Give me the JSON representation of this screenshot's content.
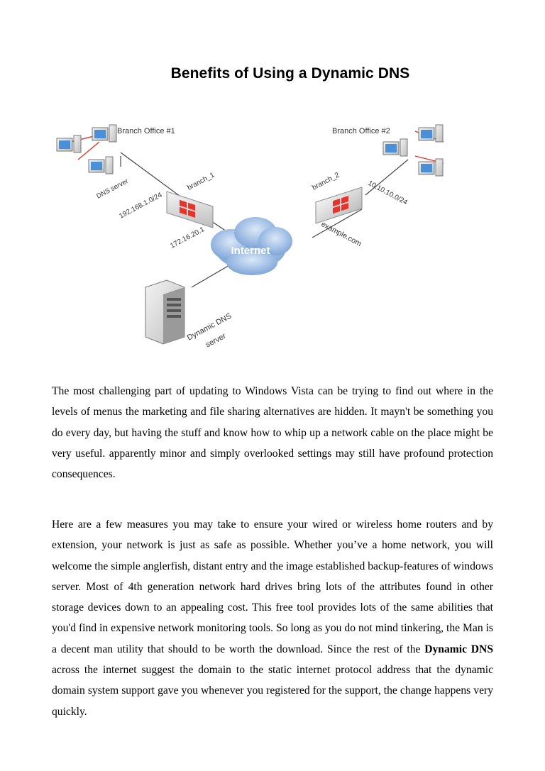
{
  "document": {
    "title": "Benefits of Using a Dynamic DNS",
    "paragraph1": "The most challenging part of updating to Windows Vista can be trying to find out where in the levels of menus the marketing and file sharing alternatives are hidden. It mayn't be something you do every day, but having the stuff and know how to whip up a network cable on the place might be very useful. apparently minor and simply overlooked settings may still have profound protection consequences.",
    "paragraph2_before": "Here are a few measures you may take to ensure your wired or wireless home routers and by extension, your network is just as safe as possible. Whether you’ve a home network, you will welcome the simple anglerfish, distant entry and the image established backup-features of windows server. Most of 4th generation network hard drives bring lots of the attributes found in other storage devices down to an appealing cost. This free tool provides lots of the same abilities that you'd find in expensive network monitoring tools. So long as you do not mind tinkering, the Man is a decent man utility that should to be worth the download. Since the rest of the ",
    "paragraph2_bold": "Dynamic DNS",
    "paragraph2_after": " across the internet suggest the domain to the static internet protocol address that the dynamic domain system support gave you whenever you registered for the support, the change happens very quickly."
  },
  "diagram": {
    "branch1_label": "Branch Office #1",
    "branch2_label": "Branch Office #2",
    "dns_server_label": "DNS server",
    "router1_name": "branch_1",
    "router2_name": "branch_2",
    "subnet1": "192.168.1.0/24",
    "subnet2": "10.10.10.0/24",
    "router1_ip": "172.16.20.1",
    "domain": "example.com",
    "internet_label": "Internet",
    "ddns_label_line1": "Dynamic DNS",
    "ddns_label_line2": "server",
    "colors": {
      "router_red": "#e8332a",
      "cloud_blue": "#8fb3e0",
      "link_red": "#d9362b"
    }
  }
}
